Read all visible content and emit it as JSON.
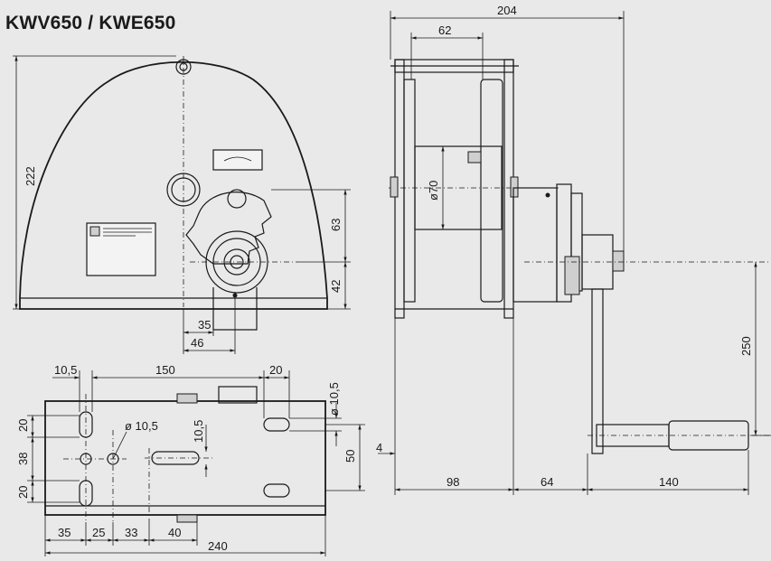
{
  "title": "KWV650 / KWE650",
  "dimensions": {
    "front_height": "222",
    "front_63": "63",
    "front_42": "42",
    "front_35": "35",
    "front_46": "46",
    "side_204": "204",
    "side_62": "62",
    "side_dia70": "ø70",
    "side_250": "250",
    "side_4": "4",
    "side_98": "98",
    "side_64": "64",
    "side_140": "140",
    "base_10_5": "10,5",
    "base_150": "150",
    "base_20_top": "20",
    "base_dia10_5_right": "ø 10,5",
    "base_dia10_5": "ø 10,5",
    "base_10_5_vert": "10,5",
    "base_20_left_top": "20",
    "base_38": "38",
    "base_20_left_bot": "20",
    "base_50": "50",
    "base_35": "35",
    "base_25": "25",
    "base_33": "33",
    "base_40": "40",
    "base_240": "240"
  }
}
